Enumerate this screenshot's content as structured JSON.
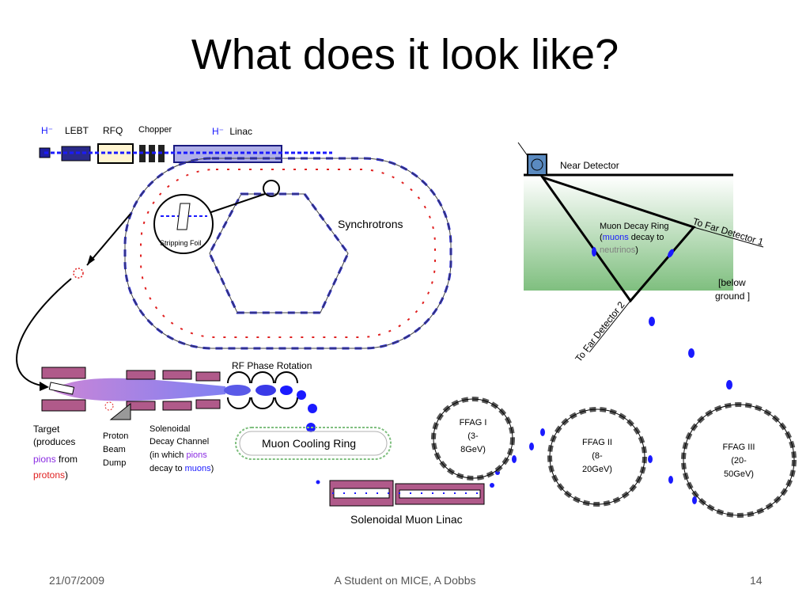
{
  "slide": {
    "title": "What does it look like?",
    "footer_date": "21/07/2009",
    "footer_center": "A Student on MICE, A Dobbs",
    "page_number": "14"
  },
  "front_end": {
    "h_minus": "H⁻",
    "lebt": "LEBT",
    "rfq": "RFQ",
    "chopper": "Chopper",
    "linac_h": "H⁻",
    "linac": "Linac",
    "stripping_foil": "Stripping Foil",
    "synchrotrons": "Synchrotrons"
  },
  "detectors": {
    "near_detector": "Near Detector",
    "decay_ring_line1": "Muon Decay Ring",
    "decay_ring_open": "(",
    "decay_ring_muons": "muons",
    "decay_ring_mid": " decay to",
    "decay_ring_neutrinos": "neutrinos",
    "decay_ring_close": ")",
    "far_detector_1": "To Far Detector 1",
    "far_detector_2": "To Far Detector 2",
    "below_ground_1": "[below",
    "below_ground_2": "ground ]"
  },
  "muon_chain": {
    "rf_phase_rotation": "RF Phase Rotation",
    "target_1": "Target",
    "target_2": "(produces",
    "target_pions": "pions",
    "target_from": " from",
    "target_protons": "protons",
    "target_close": ")",
    "dump_1": "Proton",
    "dump_2": "Beam",
    "dump_3": "Dump",
    "sol_1": "Solenoidal",
    "sol_2": "Decay Channel",
    "sol_3_pre": "(in which ",
    "sol_3_pions": "pions",
    "sol_4_pre": "decay to ",
    "sol_4_muons": "muons",
    "sol_4_close": ")",
    "cooling_ring": "Muon Cooling Ring",
    "muon_linac": "Solenoidal Muon Linac",
    "ffag1_1": "FFAG I",
    "ffag1_2": "(3-",
    "ffag1_3": "8GeV)",
    "ffag2_1": "FFAG II",
    "ffag2_2": "(8-",
    "ffag2_3": "20GeV)",
    "ffag3_1": "FFAG III",
    "ffag3_2": "(20-",
    "ffag3_3": "50GeV)"
  },
  "colors": {
    "beam_blue": "#1a1aff",
    "magnet_blue": "#2020d0",
    "magnet_red": "#e02020",
    "pion_purple": "#8a2be2",
    "solenoid_mauve": "#b05a8a",
    "ground_green": "#7fbf7f"
  }
}
